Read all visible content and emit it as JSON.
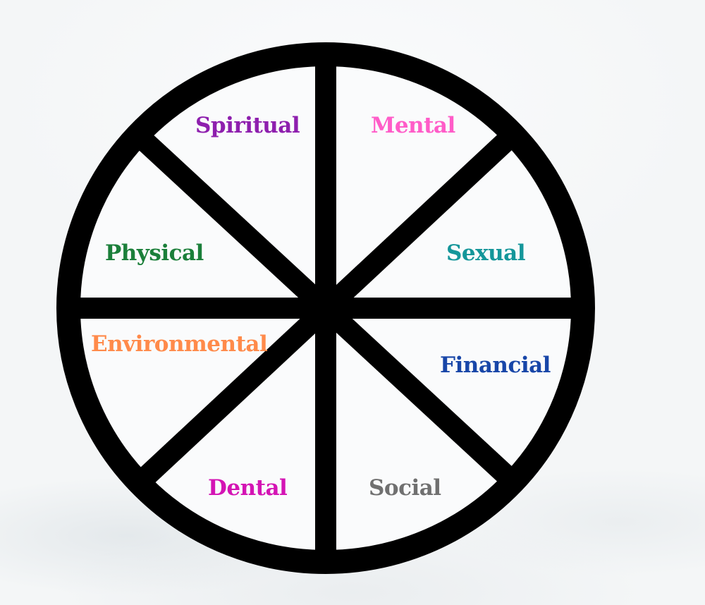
{
  "diagram": {
    "type": "wellness-wheel",
    "segments": 8,
    "stroke_color": "#000000",
    "inner_fill": "#fafbfc",
    "labels": [
      {
        "key": "spiritual",
        "text": "Spiritual",
        "color": "#8e1fae"
      },
      {
        "key": "mental",
        "text": "Mental",
        "color": "#ff5cc8"
      },
      {
        "key": "physical",
        "text": "Physical",
        "color": "#1b7f3a"
      },
      {
        "key": "sexual",
        "text": "Sexual",
        "color": "#14969a"
      },
      {
        "key": "environmental",
        "text": "Environmental",
        "color": "#ff8a4a"
      },
      {
        "key": "financial",
        "text": "Financial",
        "color": "#1846a8"
      },
      {
        "key": "dental",
        "text": "Dental",
        "color": "#d414b4"
      },
      {
        "key": "social",
        "text": "Social",
        "color": "#707070"
      }
    ]
  }
}
